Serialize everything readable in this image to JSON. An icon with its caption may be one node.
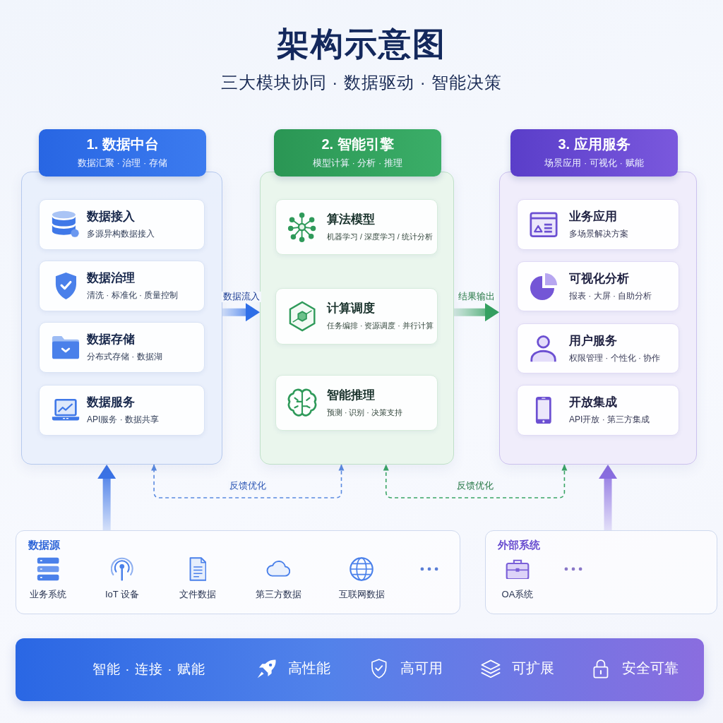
{
  "diagram": {
    "title": "架构示意图",
    "nodes": [
      {
        "text": [
          "1. 数据中台",
          "数据汇聚 · 治理 · 存储"
        ]
      },
      {
        "text": [],
        "shape": "box"
      },
      {
        "text": [
          "数据接入",
          "多源异构数据接入"
        ],
        "in": 1
      },
      {
        "text": [
          "数据治理",
          "清洗 · 标准化 · 质量控制"
        ],
        "in": 1
      },
      {
        "text": [
          "数据存储",
          "分布式存储 · 数据湖"
        ],
        "in": 1
      },
      {
        "text": [
          "数据服务",
          "API服务 · 数据共享"
        ],
        "in": 1
      },
      {
        "text": [
          "2. 智能引擎",
          "模型计算 · 分析 · 推理"
        ]
      },
      {
        "text": [],
        "shape": "box"
      },
      {
        "text": [
          "算法模型",
          "机器学习 / 深度学习 / 统计分析"
        ],
        "in": 7
      },
      {
        "text": [
          "计算调度",
          "任务编排 · 资源调度 · 并行计算"
        ],
        "in": 7
      },
      {
        "text": [
          "智能推理",
          "预测 · 识别 · 决策支持"
        ],
        "in": 7
      },
      {
        "text": [
          "3. 应用服务",
          "场景应用 · 可视化 · 赋能"
        ]
      },
      {
        "text": [],
        "shape": "box"
      },
      {
        "text": [
          "业务应用",
          "多场景解决方案"
        ],
        "in": 12
      },
      {
        "text": [
          "可视化分析",
          "报表 · 大屏 · 自助分析"
        ],
        "in": 12
      },
      {
        "text": [
          "用户服务",
          "权限管理 · 个性化 · 协作"
        ],
        "in": 12
      },
      {
        "text": [
          "开放集成",
          "API开放 · 第三方集成"
        ],
        "in": 12
      },
      {
        "text": [
          "数据源",
          "业务系统",
          "IoT 设备",
          "文件数据",
          "第三方数据",
          "互联网数据"
        ]
      },
      {
        "text": [
          "外部系统",
          "OA系统"
        ]
      },
      {
        "text": [
          "智能 · 连接 · 赋能",
          "高性能",
          "高可用",
          "可扩展",
          "安全可靠"
        ]
      }
    ],
    "edges": [
      {
        "from": 1,
        "to": 7,
        "arrow": "to",
        "label": "数据流入",
        "style": "thick",
        "color": "#2f6fe8"
      },
      {
        "from": 7,
        "to": 12,
        "arrow": "to",
        "label": "结果输出",
        "style": "thick",
        "color": "#34a061"
      },
      {
        "from": 17,
        "to": 1,
        "arrow": "to",
        "style": "thick",
        "color": "#3b73e6"
      },
      {
        "from": 18,
        "to": 12,
        "arrow": "to",
        "style": "thick",
        "color": "#8a6ee0"
      },
      {
        "from": 7,
        "to": 1,
        "arrow": "both",
        "label": "反馈优化",
        "style": "dashed",
        "color": "#5a8ae0"
      },
      {
        "from": 12,
        "to": 7,
        "arrow": "both",
        "label": "反馈优化",
        "style": "dashed",
        "color": "#3aa565"
      }
    ],
    "labels": [
      "三大模块协同 · 数据驱动 · 智能决策"
    ]
  }
}
